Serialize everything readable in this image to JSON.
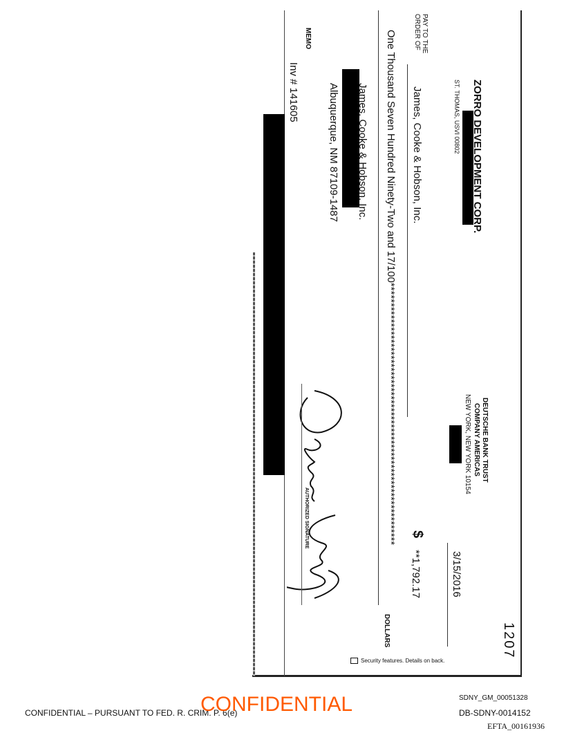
{
  "check": {
    "number": "1207",
    "payer_name": "ZORRO DEVELOPMENT CORP.",
    "payer_address": "ST. THOMAS, USVI 00802",
    "bank_name_line1": "DEUTSCHE BANK TRUST",
    "bank_name_line2": "COMPANY AMERICAS",
    "bank_address": "NEW YORK, NEW YORK  10154",
    "date": "3/15/2016",
    "pay_to_label_line1": "PAY TO THE",
    "pay_to_label_line2": "ORDER OF",
    "payee": "James, Cooke & Hobson, Inc.",
    "dollar_sign": "$",
    "amount": "**1,792.17",
    "amount_words": "One Thousand Seven Hundred Ninety-Two and 17/100*****************************************************************",
    "dollars_label": "DOLLARS",
    "address_line1": "James, Cooke & Hobson, Inc.",
    "address_line2": "Albuquerque, NM  87109-1487",
    "memo_label": "MEMO",
    "memo": "Inv # 141605",
    "signature_label": "AUTHORIZED SIGNATURE",
    "security_note": "Security features. Details on back."
  },
  "footer": {
    "confidential_notice": "CONFIDENTIAL – PURSUANT TO FED. R. CRIM. P. 6(e)",
    "confidential_stamp": "CONFIDENTIAL",
    "bates_1": "SDNY_GM_00051328",
    "bates_2": "DB-SDNY-0014152",
    "bates_3": "EFTA_00161936"
  },
  "colors": {
    "stamp": "#ff5a00"
  }
}
